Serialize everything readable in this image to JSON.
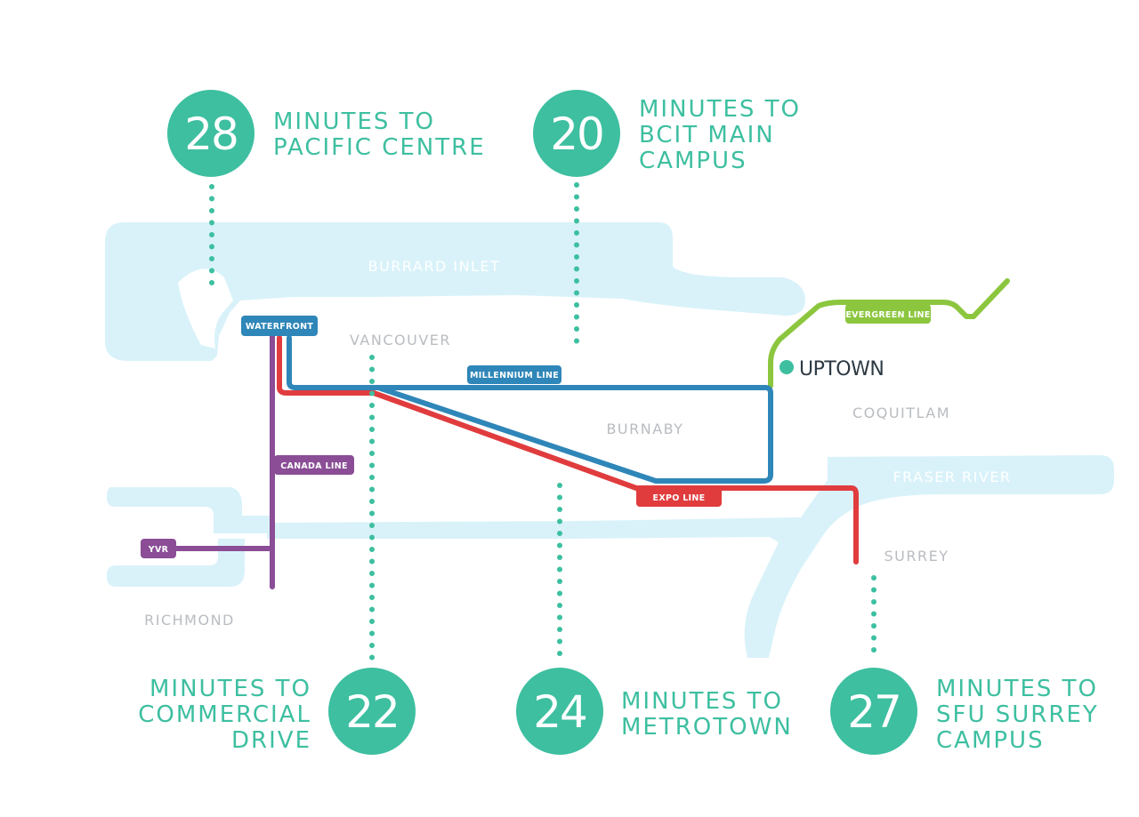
{
  "colors": {
    "water": "#d9f2fa",
    "teal": "#3dbfa0",
    "expo_line": "#e03c3e",
    "millennium_line": "#2f86b8",
    "canada_line": "#8a4d96",
    "evergreen_line": "#8cc63f"
  },
  "labels": {
    "burrard_inlet": "BURRARD INLET",
    "fraser_river": "FRASER RIVER",
    "vancouver": "VANCOUVER",
    "burnaby": "BURNABY",
    "coquitlam": "COQUITLAM",
    "surrey": "SURREY",
    "richmond": "RICHMOND",
    "uptown": "UPTOWN"
  },
  "lines": {
    "waterfront": "WATERFRONT",
    "millennium": "MILLENNIUM LINE",
    "canada": "CANADA LINE",
    "expo": "EXPO LINE",
    "evergreen": "EVERGREEN LINE",
    "yvr": "YVR"
  },
  "callouts": {
    "pacific_centre": {
      "minutes": "28",
      "caption": [
        "MINUTES TO",
        "PACIFIC CENTRE"
      ]
    },
    "bcit": {
      "minutes": "20",
      "caption": [
        "MINUTES TO",
        "BCIT MAIN",
        "CAMPUS"
      ]
    },
    "commercial": {
      "minutes": "22",
      "caption": [
        "MINUTES TO",
        "COMMERCIAL",
        "DRIVE"
      ]
    },
    "metrotown": {
      "minutes": "24",
      "caption": [
        "MINUTES TO",
        "METROTOWN"
      ]
    },
    "sfu_surrey": {
      "minutes": "27",
      "caption": [
        "MINUTES TO",
        "SFU SURREY",
        "CAMPUS"
      ]
    }
  }
}
